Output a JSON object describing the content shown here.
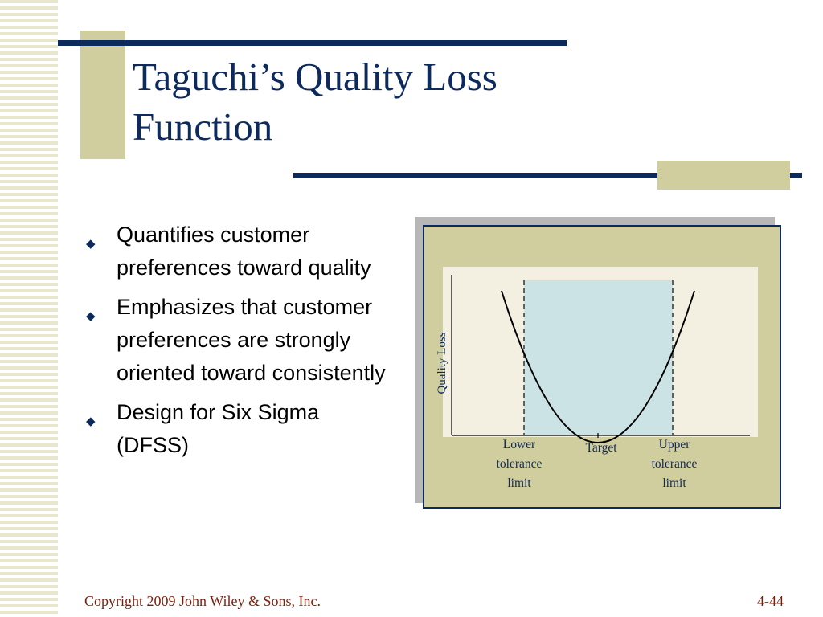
{
  "slide": {
    "title": "Taguchi’s Quality Loss Function",
    "bullets": [
      "Quantifies customer preferences toward quality",
      "Emphasizes that customer preferences are strongly oriented toward consistently",
      "Design for Six Sigma (DFSS)"
    ],
    "bullet_icon": "diamond-bullet",
    "footer_copyright": "Copyright 2009 John Wiley & Sons, Inc.",
    "page_number": "4-44"
  },
  "figure": {
    "ylabel": "Quality Loss",
    "lower_limit_label": [
      "Lower",
      "tolerance",
      "limit"
    ],
    "target_label": "Target",
    "upper_limit_label": [
      "Upper",
      "tolerance",
      "limit"
    ]
  },
  "colors": {
    "navy": "#0d2a5c",
    "khaki": "#d0cd9e",
    "tolerance_band": "#cce3e6",
    "plot_background": "#f3f0e2",
    "footer_text": "#7a1f0a"
  }
}
